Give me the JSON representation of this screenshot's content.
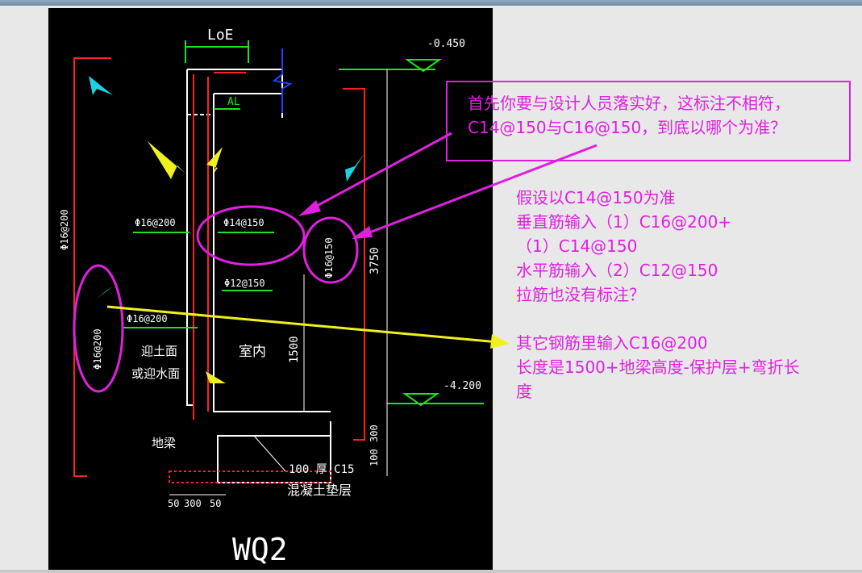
{
  "diagram": {
    "title": "WQ2",
    "labels": {
      "loe": "LoE",
      "al": "AL",
      "elev_top": "-0.450",
      "elev_bottom": "-4.200",
      "left_vertical_rebar": "Φ16@200",
      "left_mid_rebar": "Φ16@200",
      "left_lower_rebar": "Φ16@200",
      "left_ellipse_rebar": "Φ16@200",
      "inner_rebar": "Φ14@150",
      "right_ellipse_rebar": "Φ16@150",
      "horizontal_rebar": "Φ12@150",
      "dim_3750": "3750",
      "dim_1500": "1500",
      "dim_300": "300",
      "dim_100": "100",
      "soil_side": "迎土面",
      "water_side": "或迎水面",
      "indoor": "室内",
      "ground_beam": "地梁",
      "cushion_thickness": "100 厚 C15",
      "cushion_name": "混凝土垫层",
      "dim_50_left": "50",
      "dim_300_bottom": "300",
      "dim_50_right": "50"
    }
  },
  "annotations": {
    "box_line1": "首先你要与设计人员落实好，这标注不相符，",
    "box_line2": "C14@150与C16@150，到底以哪个为准？",
    "assume_line1": "假设以C14@150为准",
    "assume_line2": "垂直筋输入（1）C16@200+",
    "assume_line3": "（1）C14@150",
    "assume_line4": "水平筋输入（2）C12@150",
    "assume_line5": "拉筋也没有标注？",
    "other_line1": "其它钢筋里输入C16@200",
    "other_line2": "长度是1500+地梁高度-保护层+弯折长",
    "other_line3": "度"
  },
  "colors": {
    "annotation": "#e020e0",
    "cad_background": "#000000",
    "cad_white": "#ffffff",
    "cad_red": "#ff2020",
    "cad_green": "#20e020",
    "arrow_yellow": "#f0f020",
    "arrow_cyan": "#20d0e0"
  }
}
